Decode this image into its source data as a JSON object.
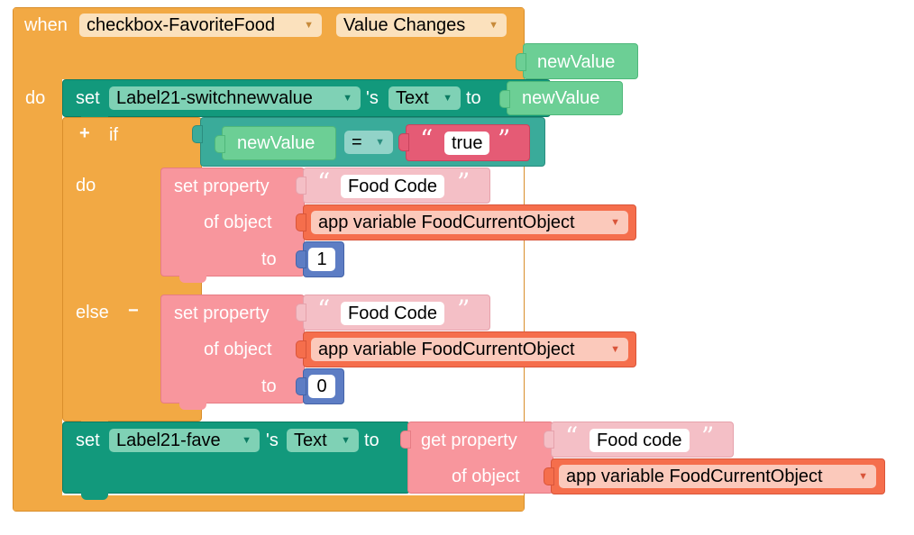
{
  "event": {
    "when_label": "when",
    "component_dropdown": "checkbox-FavoriteFood",
    "event_dropdown": "Value Changes",
    "param": "newValue",
    "do_label": "do",
    "color": "#f2a944"
  },
  "set_switch": {
    "set_label": "set",
    "component_dropdown": "Label21-switchnewvalue",
    "possessive_label": "'s",
    "property_dropdown": "Text",
    "to_label": "to",
    "value": "newValue",
    "color": "#12997c"
  },
  "if_block": {
    "plus_label": "+",
    "if_label": "if",
    "do_label": "do",
    "else_label": "else",
    "minus_label": "−",
    "condition": {
      "left": "newValue",
      "operator": "=",
      "right_string": "true"
    }
  },
  "set_property_true": {
    "set_property_label": "set property",
    "property_name": "Food Code",
    "of_object_label": "of object",
    "object_dropdown": "app variable FoodCurrentObject",
    "to_label": "to",
    "value": "1"
  },
  "set_property_false": {
    "set_property_label": "set property",
    "property_name": "Food Code",
    "of_object_label": "of object",
    "object_dropdown": "app variable FoodCurrentObject",
    "to_label": "to",
    "value": "0"
  },
  "set_fave": {
    "set_label": "set",
    "component_dropdown": "Label21-fave",
    "possessive_label": "'s",
    "property_dropdown": "Text",
    "to_label": "to",
    "get_property_label": "get property",
    "property_name": "Food code",
    "of_object_label": "of object",
    "object_dropdown": "app variable FoodCurrentObject"
  },
  "icons": {
    "dropdown_arrow": "dropdown-arrow-icon",
    "open_quote": "open-quote-icon",
    "close_quote": "close-quote-icon"
  }
}
